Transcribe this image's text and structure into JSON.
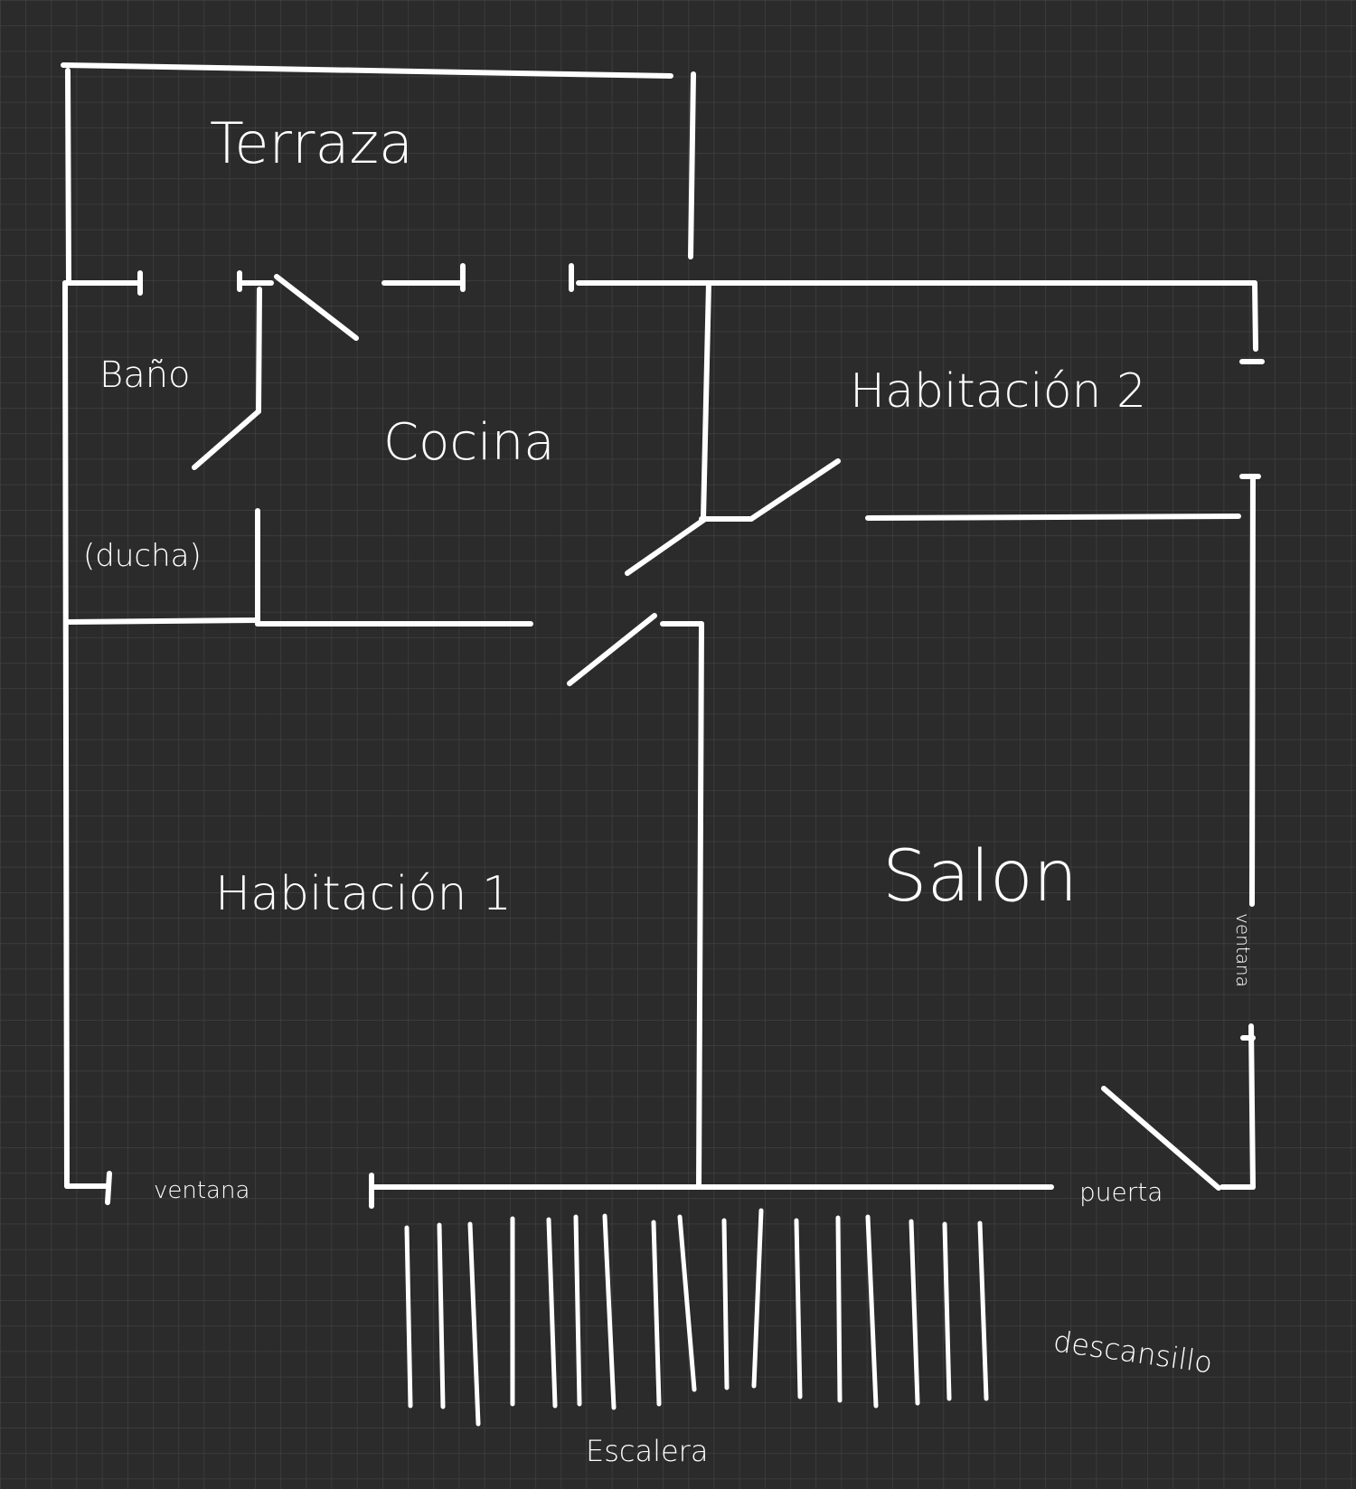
{
  "colors": {
    "background": "#2b2b2b",
    "grid": "#444444",
    "ink": "#ffffff"
  },
  "rooms": {
    "terraza": "Terraza",
    "bano": "Baño",
    "ducha": "(ducha)",
    "cocina": "Cocina",
    "habitacion_2": "Habitación 2",
    "habitacion_1": "Habitación 1",
    "salon": "Salon"
  },
  "features": {
    "ventana_bottom": "ventana",
    "ventana_right": "ventana",
    "puerta": "puerta",
    "descansillo": "descansillo",
    "escalera": "Escalera"
  }
}
